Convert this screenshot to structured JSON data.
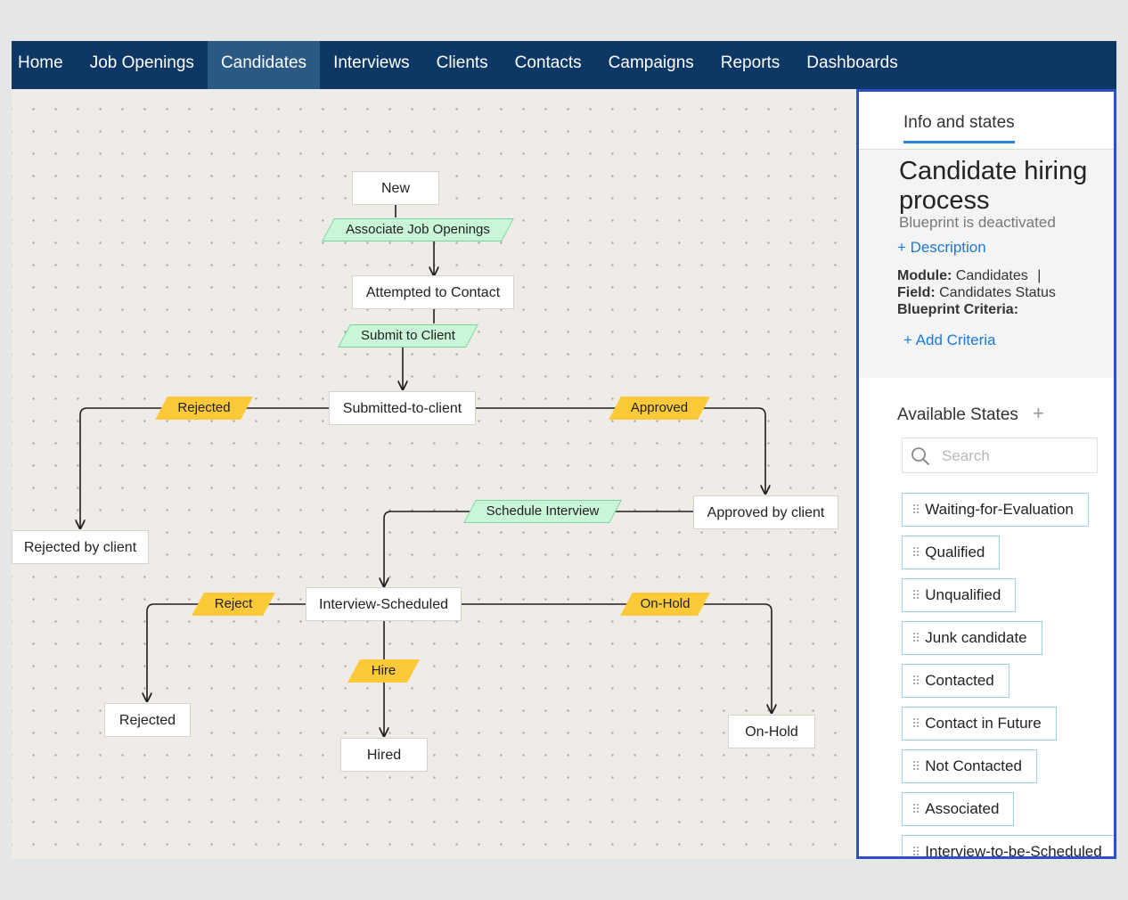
{
  "nav": {
    "items": [
      "Home",
      "Job Openings",
      "Candidates",
      "Interviews",
      "Clients",
      "Contacts",
      "Campaigns",
      "Reports",
      "Dashboards"
    ],
    "active_index": 2
  },
  "diagram": {
    "states": {
      "new": "New",
      "attempted": "Attempted to Contact",
      "submitted": "Submitted-to-client",
      "rejected_by_client": "Rejected by client",
      "approved_by_client": "Approved by client",
      "interview_scheduled": "Interview-Scheduled",
      "rejected": "Rejected",
      "hired": "Hired",
      "on_hold": "On-Hold"
    },
    "transitions": {
      "associate": "Associate Job Openings",
      "submit": "Submit to Client",
      "rejected": "Rejected",
      "approved": "Approved",
      "schedule": "Schedule Interview",
      "reject": "Reject",
      "hire": "Hire",
      "on_hold": "On-Hold"
    }
  },
  "panel": {
    "tab": "Info and states",
    "title": "Candidate hiring process",
    "subtitle": "Blueprint is deactivated",
    "description_link": "+ Description",
    "module_label": "Module:",
    "module_value": "Candidates",
    "module_sep": "|",
    "field_label": "Field:",
    "field_value": "Candidates Status",
    "criteria_label": "Blueprint Criteria:",
    "add_criteria": "+ Add Criteria",
    "states_heading": "Available States",
    "states_add": "+",
    "search_placeholder": "Search",
    "available_states": [
      "Waiting-for-Evaluation",
      "Qualified",
      "Unqualified",
      "Junk candidate",
      "Contacted",
      "Contact in Future",
      "Not Contacted",
      "Associated",
      "Interview-to-be-Scheduled"
    ]
  },
  "colors": {
    "nav_bg": "#0d3865",
    "nav_active": "#2a5a84",
    "transition_green": "#c9f5d8",
    "transition_yellow": "#fcc938",
    "panel_border": "#2f4fc6",
    "link": "#1b7ad6"
  }
}
